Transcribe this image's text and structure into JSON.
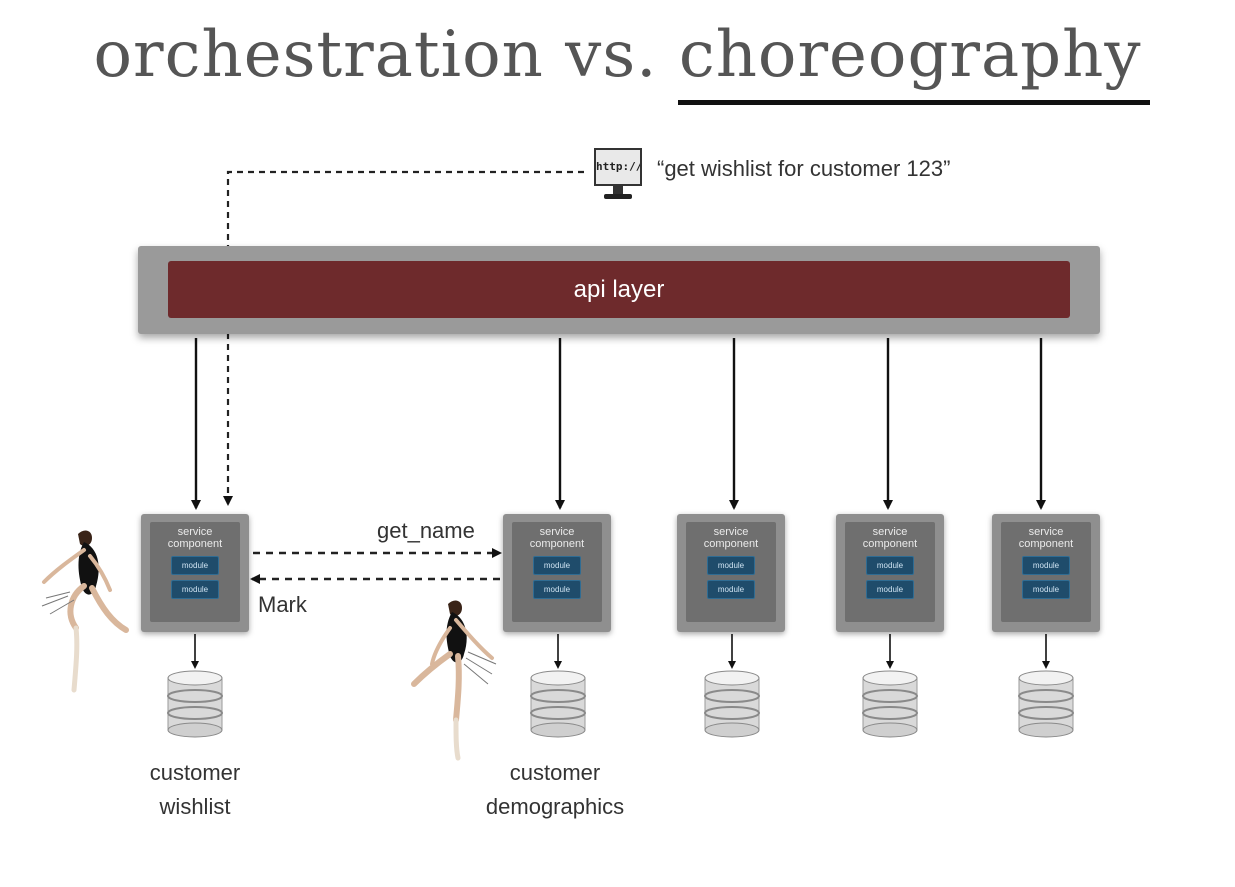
{
  "title": {
    "part1": "orchestration vs.",
    "part2": "choreography"
  },
  "request": {
    "icon": "http-monitor-icon",
    "icon_text": "http://",
    "text": "“get wishlist for customer 123”"
  },
  "api_layer": {
    "label": "api layer"
  },
  "services": [
    {
      "label": "service\ncomponent",
      "modules": [
        "module",
        "module"
      ]
    },
    {
      "label": "service\ncomponent",
      "modules": [
        "module",
        "module"
      ]
    },
    {
      "label": "service\ncomponent",
      "modules": [
        "module",
        "module"
      ]
    },
    {
      "label": "service\ncomponent",
      "modules": [
        "module",
        "module"
      ]
    },
    {
      "label": "service\ncomponent",
      "modules": [
        "module",
        "module"
      ]
    }
  ],
  "messages": {
    "request_label": "get_name",
    "response_label": "Mark"
  },
  "databases": [
    {
      "caption_line1": "customer",
      "caption_line2": "wishlist"
    },
    {
      "caption_line1": "customer",
      "caption_line2": "demographics"
    }
  ],
  "colors": {
    "api_layer": "#6e2a2c",
    "panel_gray": "#9a9a9a",
    "module_blue": "#1f4c6b"
  }
}
